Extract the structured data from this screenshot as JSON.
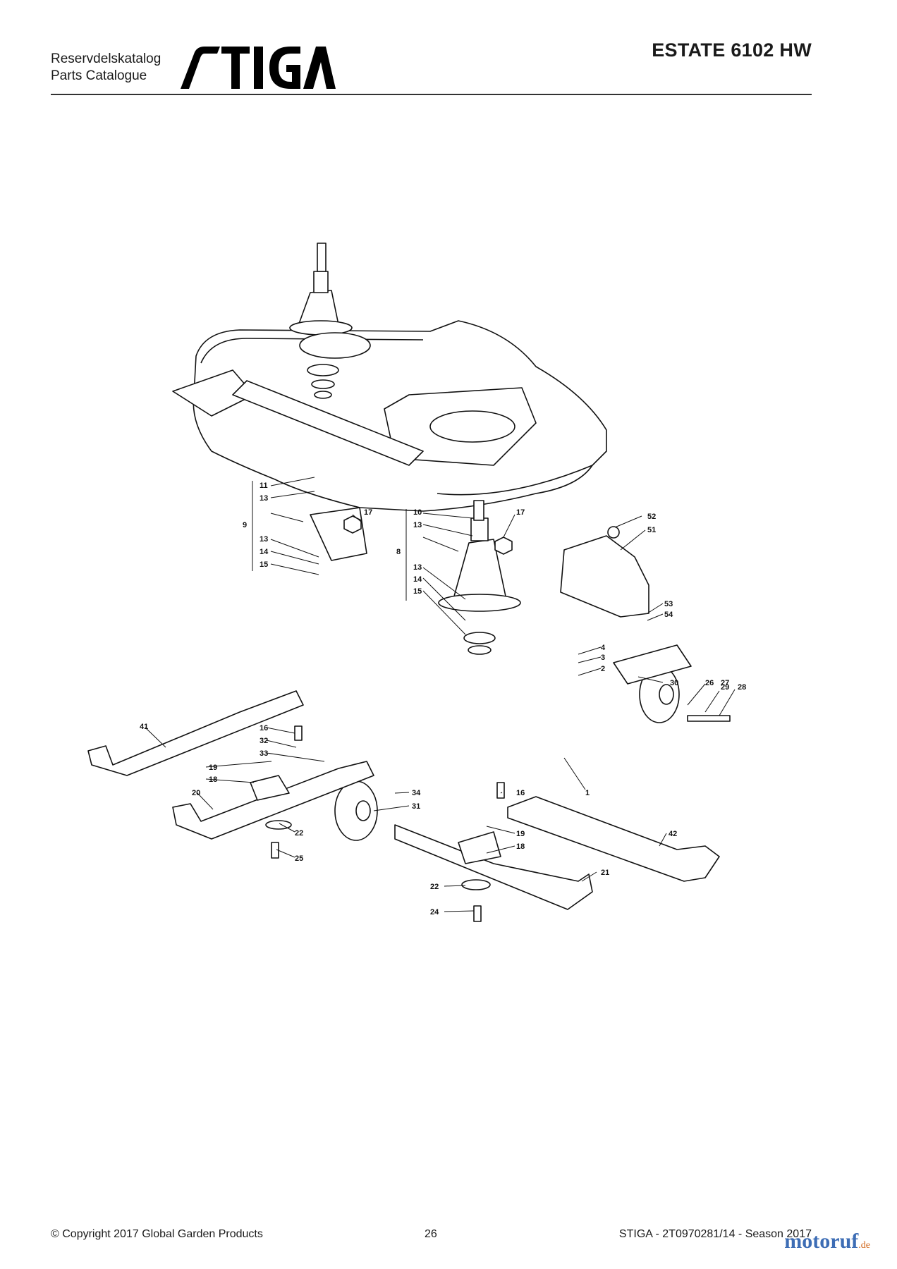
{
  "header": {
    "line1": "Reservdelskatalog",
    "line2": "Parts Catalogue",
    "brand": "STIGA",
    "model": "ESTATE 6102 HW"
  },
  "diagram": {
    "callouts": [
      {
        "id": "c11",
        "label": "11"
      },
      {
        "id": "c13a",
        "label": "13"
      },
      {
        "id": "c9",
        "label": "9"
      },
      {
        "id": "c17a",
        "label": "17"
      },
      {
        "id": "c13b",
        "label": "13"
      },
      {
        "id": "c14a",
        "label": "14"
      },
      {
        "id": "c15a",
        "label": "15"
      },
      {
        "id": "c10",
        "label": "10"
      },
      {
        "id": "c13c",
        "label": "13"
      },
      {
        "id": "c17b",
        "label": "17"
      },
      {
        "id": "c8",
        "label": "8"
      },
      {
        "id": "c13d",
        "label": "13"
      },
      {
        "id": "c14b",
        "label": "14"
      },
      {
        "id": "c15b",
        "label": "15"
      },
      {
        "id": "c52",
        "label": "52"
      },
      {
        "id": "c51",
        "label": "51"
      },
      {
        "id": "c53",
        "label": "53"
      },
      {
        "id": "c54",
        "label": "54"
      },
      {
        "id": "c4",
        "label": "4"
      },
      {
        "id": "c3",
        "label": "3"
      },
      {
        "id": "c2",
        "label": "2"
      },
      {
        "id": "c30",
        "label": "30"
      },
      {
        "id": "c26",
        "label": "26"
      },
      {
        "id": "c27",
        "label": "27"
      },
      {
        "id": "c29",
        "label": "29"
      },
      {
        "id": "c28",
        "label": "28"
      },
      {
        "id": "c41",
        "label": "41"
      },
      {
        "id": "c16a",
        "label": "16"
      },
      {
        "id": "c32",
        "label": "32"
      },
      {
        "id": "c33",
        "label": "33"
      },
      {
        "id": "c19a",
        "label": "19"
      },
      {
        "id": "c18a",
        "label": "18"
      },
      {
        "id": "c20",
        "label": "20"
      },
      {
        "id": "c34",
        "label": "34"
      },
      {
        "id": "c31",
        "label": "31"
      },
      {
        "id": "c1",
        "label": "1"
      },
      {
        "id": "c16b",
        "label": "16"
      },
      {
        "id": "c22a",
        "label": "22"
      },
      {
        "id": "c25",
        "label": "25"
      },
      {
        "id": "c19b",
        "label": "19"
      },
      {
        "id": "c18b",
        "label": "18"
      },
      {
        "id": "c42",
        "label": "42"
      },
      {
        "id": "c21",
        "label": "21"
      },
      {
        "id": "c22b",
        "label": "22"
      },
      {
        "id": "c24",
        "label": "24"
      }
    ]
  },
  "footer": {
    "copyright": "© Copyright 2017 Global Garden Products",
    "page": "26",
    "catalog": "STIGA - 2T0970281/14 - Season 2017"
  },
  "watermark": {
    "name": "motoruf",
    "tld": ".de"
  }
}
